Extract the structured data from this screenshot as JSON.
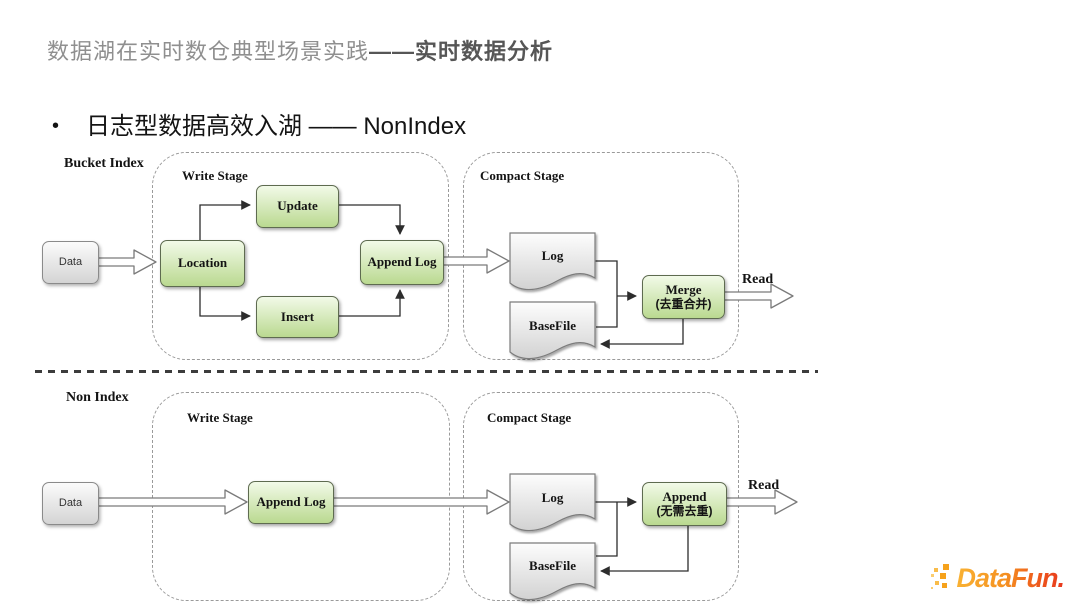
{
  "header": {
    "title_gray": "数据湖在实时数仓典型场景实践",
    "title_bold": "——实时数据分析",
    "bullet": "•",
    "subtitle": "日志型数据高效入湖 —— NonIndex"
  },
  "bucket_index": {
    "section_label": "Bucket Index",
    "data_box": "Data",
    "write_stage_label": "Write Stage",
    "update": "Update",
    "location": "Location",
    "insert": "Insert",
    "append_log": "Append Log",
    "compact_stage_label": "Compact Stage",
    "log": "Log",
    "basefile": "BaseFile",
    "merge_title": "Merge",
    "merge_subtitle": "(去重合并)",
    "read_label": "Read"
  },
  "non_index": {
    "section_label": "Non Index",
    "data_box": "Data",
    "write_stage_label": "Write Stage",
    "append_log": "Append Log",
    "compact_stage_label": "Compact Stage",
    "log": "Log",
    "basefile": "BaseFile",
    "append_title": "Append",
    "append_subtitle": "(无需去重)",
    "read_label": "Read"
  },
  "logo": {
    "text": "DataFun."
  },
  "colors": {
    "node_green_top": "#f2fae8",
    "node_green_bottom": "#bad990",
    "node_border": "#5e6b50",
    "gray_box_top": "#fbfbfb",
    "gray_box_bottom": "#d4d4d4",
    "title_gray": "#8f8f8f",
    "title_bold": "#565656",
    "logo_orange": "#f9b233",
    "logo_red": "#e8381d"
  }
}
